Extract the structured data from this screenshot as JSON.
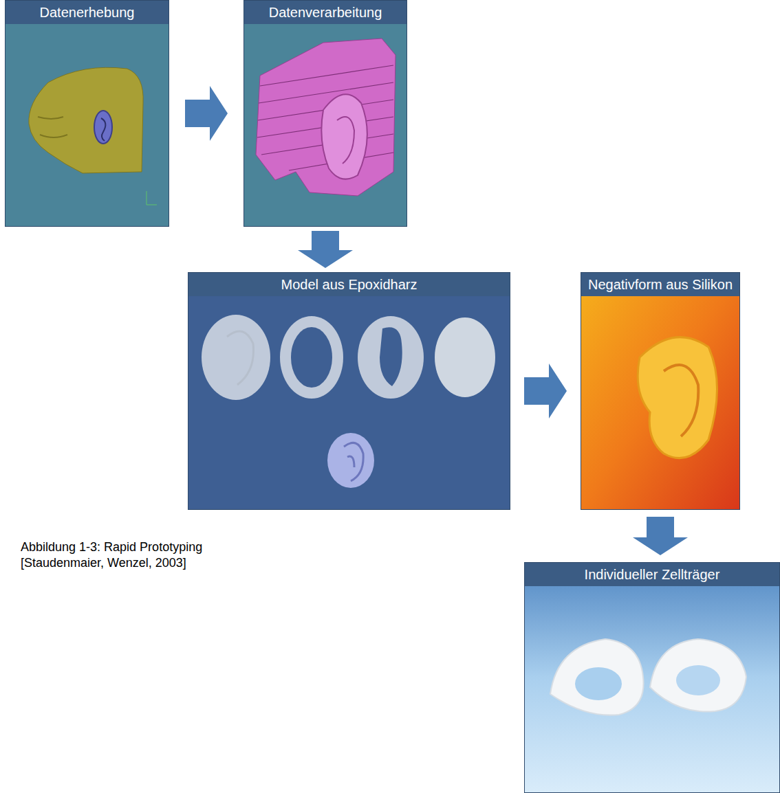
{
  "diagram": {
    "caption": "Abbildung 1-3: Rapid Prototyping [Staudenmaier, Wenzel, 2003]",
    "nodes": [
      {
        "text": [
          "Datenerhebung"
        ]
      },
      {
        "text": [
          "Datenverarbeitung"
        ]
      },
      {
        "text": [
          "Model aus Epoxidharz"
        ]
      },
      {
        "text": [
          "Negativform aus Silikon"
        ]
      },
      {
        "text": [
          "Individueller Zellträger"
        ]
      }
    ],
    "edges": [
      {
        "from": 0,
        "to": 1,
        "arrow": "to"
      },
      {
        "from": 1,
        "to": 2,
        "arrow": "to"
      },
      {
        "from": 2,
        "to": 3,
        "arrow": "to"
      },
      {
        "from": 3,
        "to": 4,
        "arrow": "to"
      }
    ]
  }
}
